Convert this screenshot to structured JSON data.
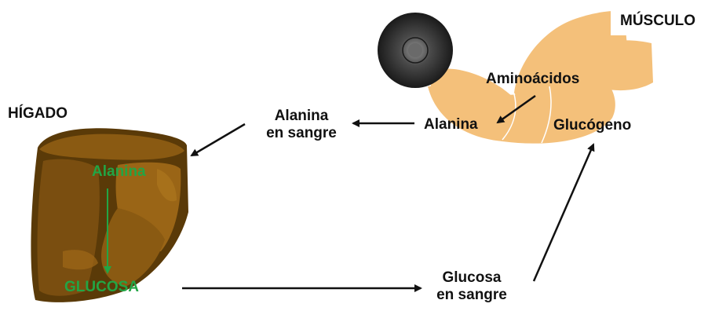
{
  "labels": {
    "musculo": "MÚSCULO",
    "higado": "HÍGADO",
    "aminoacidos": "Aminoácidos",
    "alanina_musculo": "Alanina",
    "glucogeno": "Glucógeno",
    "alanina_sangre_line1": "Alanina",
    "alanina_sangre_line2": "en sangre",
    "glucosa_sangre_line1": "Glucosa",
    "glucosa_sangre_line2": "en sangre",
    "alanina_higado": "Alanina",
    "glucosa_higado": "GLUCOSA"
  },
  "colors": {
    "muscle": "#f4c07a",
    "liver_dark": "#5a3a08",
    "liver_mid": "#8a5a12",
    "liver_light": "#a86f1a",
    "green_text": "#22a545",
    "arrow": "#111111"
  },
  "icons": {
    "muscle": "muscle-fiber-shape",
    "liver": "liver-organ-shape",
    "bone": "bone-cross-section"
  }
}
